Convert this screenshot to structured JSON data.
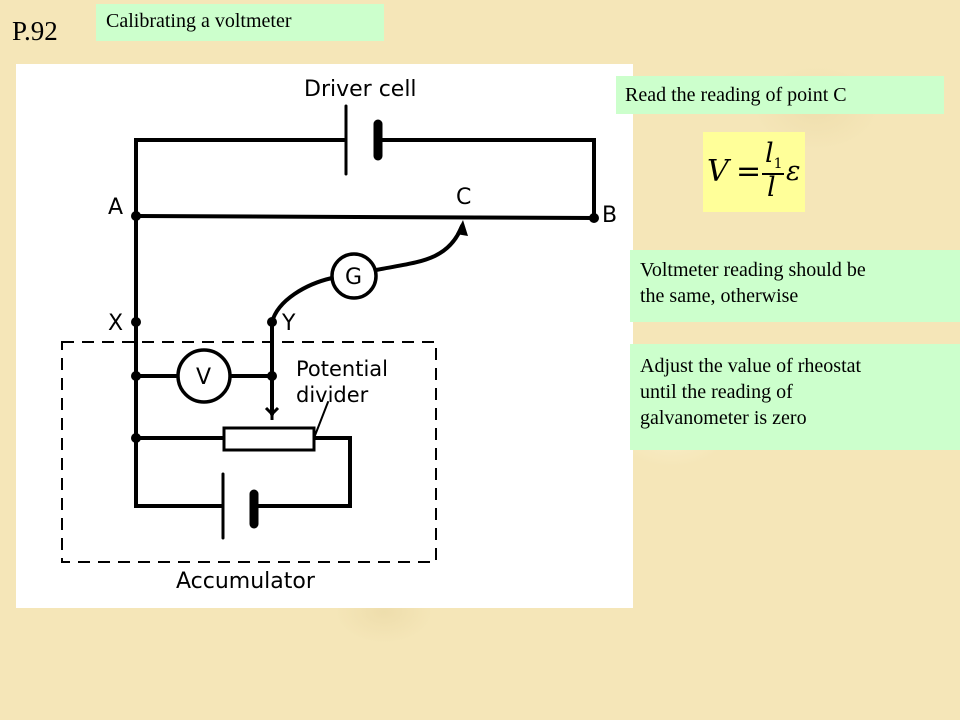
{
  "page": {
    "number": "P.92",
    "title": "Calibrating a voltmeter"
  },
  "notes": {
    "read": "Read the reading of point C",
    "same_line1": "Voltmeter reading should be",
    "same_line2": "the same, otherwise",
    "adjust_line1": "Adjust the value of rheostat",
    "adjust_line2": "until the reading of",
    "adjust_line3": "galvanometer is zero"
  },
  "formula": {
    "lhs": "V",
    "equals": "=",
    "numerator": "l",
    "numerator_subscript": "1",
    "denominator": "l",
    "emf": "ε"
  },
  "diagram": {
    "driver_cell": "Driver cell",
    "point_a": "A",
    "point_b": "B",
    "point_c": "C",
    "point_x": "X",
    "point_y": "Y",
    "galvanometer": "G",
    "voltmeter": "V",
    "potential_line1": "Potential",
    "potential_line2": "divider",
    "accumulator": "Accumulator"
  },
  "colors": {
    "background": "#f5e6b8",
    "note_fill": "#ccffcc",
    "formula_fill": "#ffff99",
    "diagram_fill": "#ffffff"
  }
}
